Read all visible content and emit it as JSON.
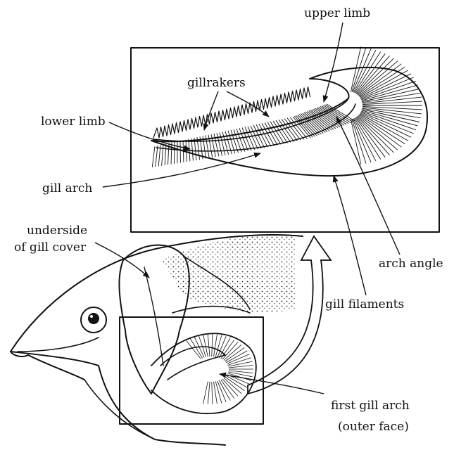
{
  "labels": {
    "upper_limb": "upper  limb",
    "gillrakers": "gillrakers",
    "lower_limb": "lower limb",
    "gill_arch": "gill arch",
    "underside_line1": "underside",
    "underside_line2": "of gill cover",
    "arch_angle": "arch  angle",
    "gill_filaments": "gill   filaments",
    "first_gill_arch": "first  gill arch",
    "outer_face": "(outer  face)"
  },
  "colors": {
    "ink": "#111111",
    "background": "#ffffff"
  }
}
